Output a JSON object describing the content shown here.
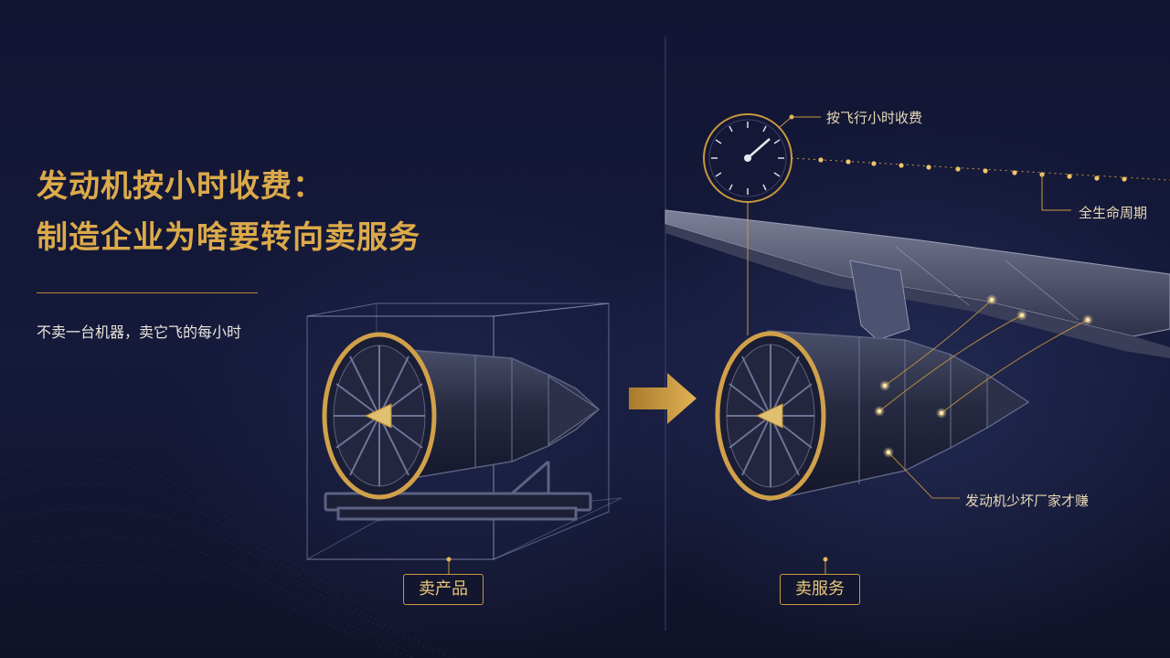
{
  "title": {
    "line1": "发动机按小时收费：",
    "line2": "制造企业为啥要转向卖服务"
  },
  "subtitle": "不卖一台机器，卖它飞的每小时",
  "left_panel": {
    "tag": "卖产品"
  },
  "right_panel": {
    "tag": "卖服务",
    "callout_hourly": "按飞行小时收费",
    "callout_lifecycle": "全生命周期",
    "callout_reliability": "发动机少坏厂家才赚"
  },
  "colors": {
    "gold": "#dcaa4a",
    "background": "#131735",
    "line": "#c9983f"
  },
  "icons": [
    "gauge-icon",
    "arrow-right-icon",
    "jet-engine-icon",
    "wing-icon",
    "crate-frame-icon"
  ]
}
